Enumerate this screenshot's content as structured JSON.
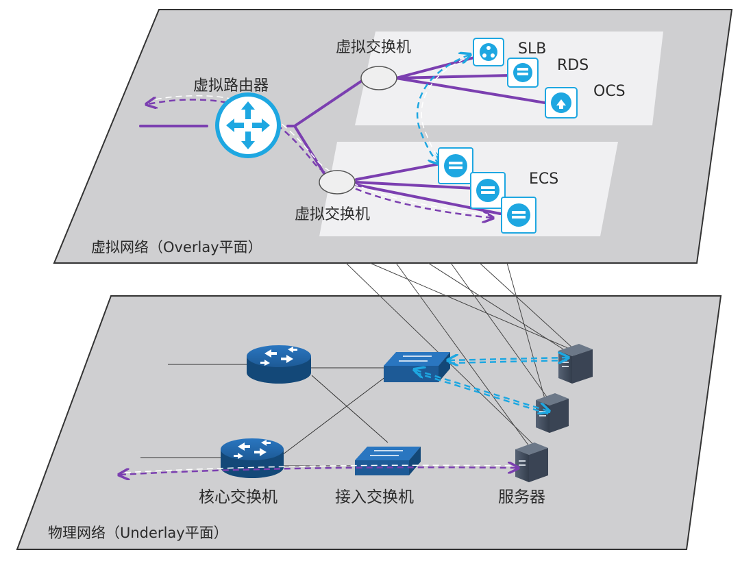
{
  "overlay": {
    "plane_label": "虚拟网络（Overlay平面）",
    "router_label": "虚拟路由器",
    "switch_top_label": "虚拟交换机",
    "switch_bottom_label": "虚拟交换机",
    "services": [
      "SLB",
      "RDS",
      "OCS"
    ],
    "ecs_label": "ECS"
  },
  "underlay": {
    "plane_label": "物理网络（Underlay平面）",
    "core_switch_label": "核心交换机",
    "access_switch_label": "接入交换机",
    "server_label": "服务器"
  },
  "colors": {
    "plane_fill": "#cfcfd1",
    "plane_stroke": "#333333",
    "overlay_link": "#7b3fb0",
    "cyan_accent": "#1ea7e1",
    "device_blue": "#1d5a96",
    "server_gray": "#3f4a5a"
  },
  "icons": [
    "router-icon",
    "switch-icon",
    "server-icon",
    "cloud-host-icon",
    "slb-icon",
    "rds-icon",
    "ocs-icon"
  ]
}
